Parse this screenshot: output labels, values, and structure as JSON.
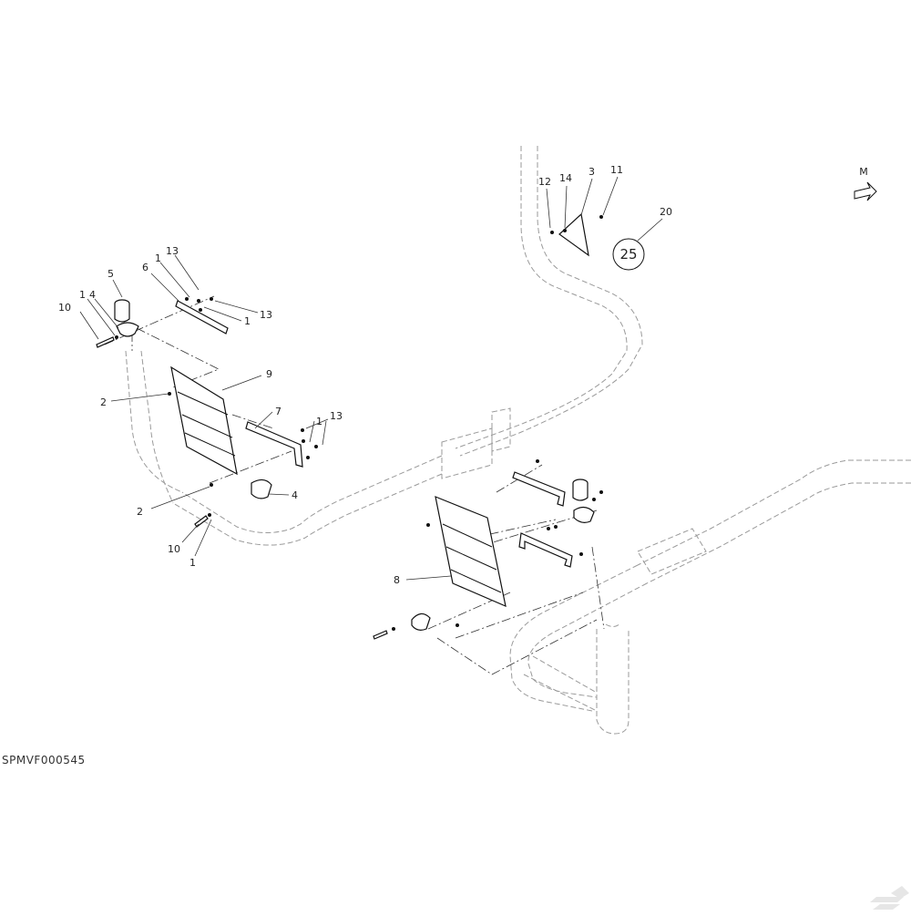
{
  "diagram": {
    "drawing_code": "SPMVF000545",
    "view_marker": "M",
    "quantity_badge": "25",
    "callouts": [
      {
        "id": "c-10a",
        "text": "10"
      },
      {
        "id": "c-1a",
        "text": "1"
      },
      {
        "id": "c-4a",
        "text": "4"
      },
      {
        "id": "c-5",
        "text": "5"
      },
      {
        "id": "c-6",
        "text": "6"
      },
      {
        "id": "c-1b",
        "text": "1"
      },
      {
        "id": "c-13a",
        "text": "13"
      },
      {
        "id": "c-13b",
        "text": "13"
      },
      {
        "id": "c-1c",
        "text": "1"
      },
      {
        "id": "c-9",
        "text": "9"
      },
      {
        "id": "c-2a",
        "text": "2"
      },
      {
        "id": "c-7",
        "text": "7"
      },
      {
        "id": "c-13c",
        "text": "13"
      },
      {
        "id": "c-1d",
        "text": "1"
      },
      {
        "id": "c-2b",
        "text": "2"
      },
      {
        "id": "c-4b",
        "text": "4"
      },
      {
        "id": "c-10b",
        "text": "10"
      },
      {
        "id": "c-1e",
        "text": "1"
      },
      {
        "id": "c-12",
        "text": "12"
      },
      {
        "id": "c-14",
        "text": "14"
      },
      {
        "id": "c-3",
        "text": "3"
      },
      {
        "id": "c-11",
        "text": "11"
      },
      {
        "id": "c-20",
        "text": "20"
      },
      {
        "id": "c-8",
        "text": "8"
      }
    ]
  }
}
